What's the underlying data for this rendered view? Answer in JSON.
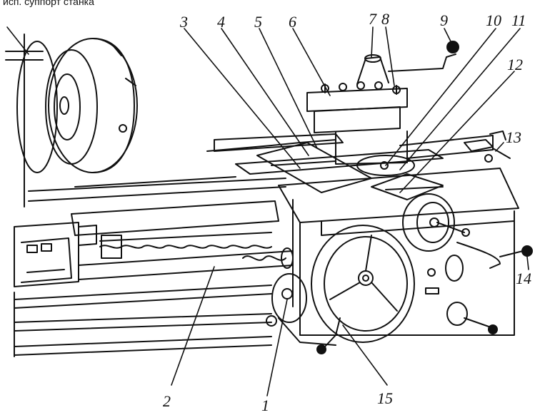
{
  "caption": "исп. суппорт станка",
  "labels": [
    "1",
    "2",
    "3",
    "4",
    "5",
    "6",
    "7",
    "8",
    "9",
    "10",
    "11",
    "12",
    "13",
    "14",
    "15"
  ],
  "colors": {
    "ink": "#111111",
    "paper": "#ffffff"
  }
}
